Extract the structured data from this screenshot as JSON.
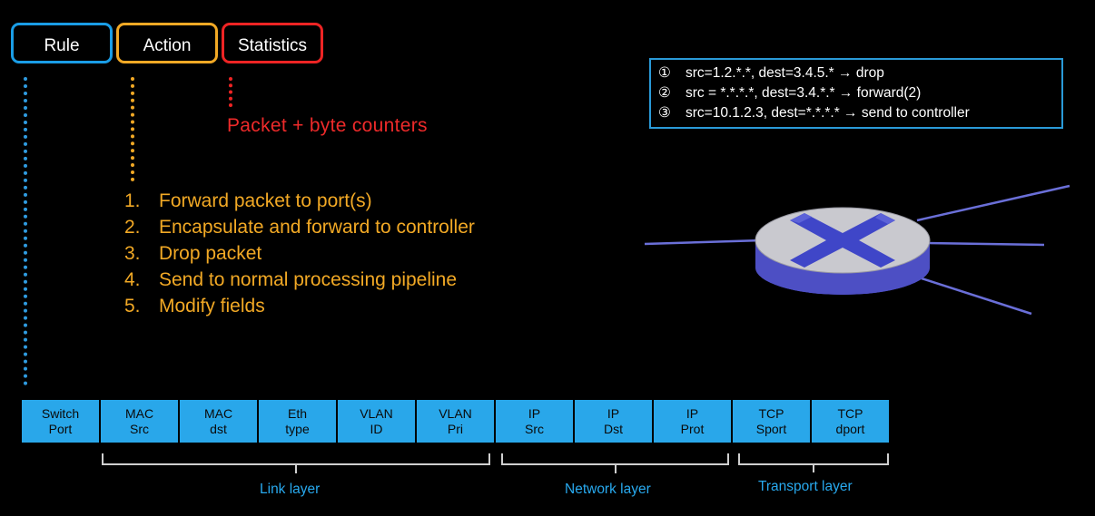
{
  "tags": {
    "rule": "Rule",
    "action": "Action",
    "statistics": "Statistics"
  },
  "statistics_text": "Packet + byte counters",
  "actions": [
    {
      "num": "1.",
      "text": "Forward packet to port(s)"
    },
    {
      "num": "2.",
      "text": "Encapsulate and forward to controller"
    },
    {
      "num": "3.",
      "text": "Drop packet"
    },
    {
      "num": "4.",
      "text": "Send to normal processing pipeline"
    },
    {
      "num": "5.",
      "text": "Modify fields"
    }
  ],
  "examples": [
    {
      "num": "①",
      "text": "src=1.2.*.*, dest=3.4.5.* → drop"
    },
    {
      "num": "②",
      "text": "src = *.*.*.*, dest=3.4.*.* → forward(2)"
    },
    {
      "num": "③",
      "text": "src=10.1.2.3, dest=*.*.*.* → send to controller"
    }
  ],
  "header_fields": [
    "Switch\nPort",
    "MAC\nSrc",
    "MAC\ndst",
    "Eth\ntype",
    "VLAN\nID",
    "VLAN\nPri",
    "IP\nSrc",
    "IP\nDst",
    "IP\nProt",
    "TCP\nSport",
    "TCP\ndport"
  ],
  "layers": {
    "link": "Link layer",
    "network": "Network layer",
    "transport": "Transport layer"
  },
  "colors": {
    "rule": "#1a9de6",
    "action": "#f2a925",
    "statistics": "#ee2424",
    "field_fill": "#29a7ea",
    "switch_top": "#c9c9cf",
    "switch_side": "#4d4fc4",
    "switch_cross": "#3f46c8"
  },
  "icons": {
    "switch": "openflow-switch-icon"
  }
}
